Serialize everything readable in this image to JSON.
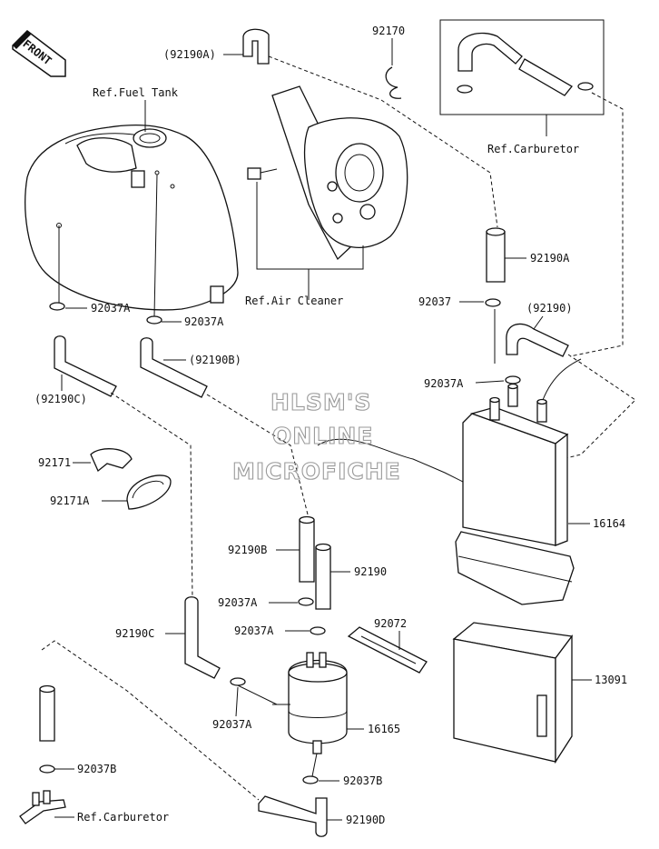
{
  "watermark": [
    "HLSM'S",
    "ONLINE",
    "MICROFICHE"
  ],
  "front_badge": "FRONT",
  "refs": {
    "fuel_tank": "Ref.Fuel Tank",
    "air_cleaner": "Ref.Air Cleaner",
    "carburetor_top": "Ref.Carburetor",
    "carburetor_bottom": "Ref.Carburetor"
  },
  "labels": {
    "l92190A_top": "(92190A)",
    "l92170": "92170",
    "l92190A_right": "92190A",
    "l92037_right": "92037",
    "l92190_paren": "(92190)",
    "l92037A_left1": "92037A",
    "l92037A_left2": "92037A",
    "l92190B_paren": "(92190B)",
    "l92190C_paren": "(92190C)",
    "l92037A_canister": "92037A",
    "l92171": "92171",
    "l92171A": "92171A",
    "l16164": "16164",
    "l92190B": "92190B",
    "l92190": "92190",
    "l92037A_mid1": "92037A",
    "l92037A_mid2": "92037A",
    "l92072": "92072",
    "l92190C": "92190C",
    "l13091": "13091",
    "l92037A_filter": "92037A",
    "l16165": "16165",
    "l92037B_left": "92037B",
    "l92037B_right": "92037B",
    "l92190D": "92190D"
  }
}
